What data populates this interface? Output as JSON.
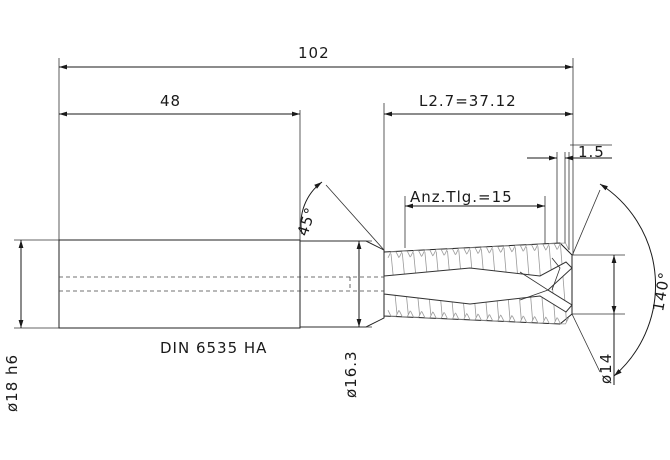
{
  "drawing": {
    "dim_overall_length": "102",
    "dim_shank_length": "48",
    "dim_thread_length": "L2.7=37.12",
    "dim_pitch": "1.5",
    "dim_thread_count": "Anz.Tlg.=15",
    "dim_chamfer_angle": "45°",
    "dim_point_angle": "140°",
    "standard": "DIN 6535 HA",
    "dia_shank": "ø18 h6",
    "dia_neck": "ø16.3",
    "dia_thread": "ø14"
  }
}
